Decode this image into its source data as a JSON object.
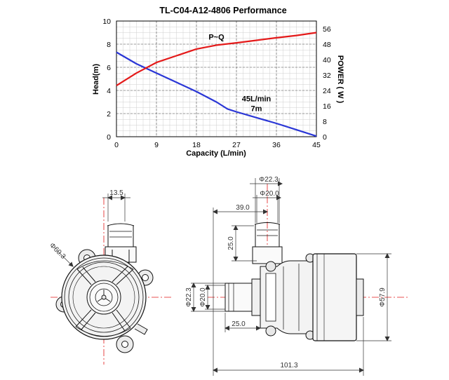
{
  "chart_data": {
    "type": "line",
    "title": "TL-C04-A12-4806 Performance",
    "xlabel": "Capacity (L/min)",
    "ylabel_left": "Head(m)",
    "ylabel_right": "POWER ( W )",
    "xlim": [
      0,
      45
    ],
    "ylim_left": [
      0,
      10
    ],
    "ylim_right": [
      0,
      60
    ],
    "x_ticks": [
      0,
      9,
      18,
      27,
      36,
      45
    ],
    "y_ticks_left": [
      0,
      2,
      4,
      6,
      8,
      10
    ],
    "y_ticks_right": [
      0,
      8,
      16,
      24,
      32,
      40,
      48,
      56
    ],
    "grid": true,
    "series": [
      {
        "name": "",
        "axis": "left",
        "color": "#2a36d6",
        "x": [
          0,
          4.5,
          9,
          13.5,
          18,
          22.5,
          25,
          27,
          31.5,
          36,
          40.5,
          45
        ],
        "y": [
          7.3,
          6.3,
          5.5,
          4.7,
          3.9,
          3.0,
          2.4,
          2.15,
          1.65,
          1.15,
          0.6,
          0.05
        ]
      },
      {
        "name": "",
        "axis": "right",
        "color": "#e41a1a",
        "x": [
          0,
          4.5,
          9,
          13.5,
          18,
          22.5,
          27,
          31.5,
          36,
          40.5,
          45
        ],
        "y": [
          26.5,
          33,
          38.5,
          42,
          45.5,
          47.5,
          48.7,
          50,
          51.3,
          52.5,
          54
        ]
      }
    ],
    "annotations": [
      {
        "text": "P~Q",
        "x": 22.5,
        "y": 8.4,
        "axis": "left"
      },
      {
        "text": "45L/min",
        "x": 31.5,
        "y": 3.05,
        "axis": "left"
      },
      {
        "text": "7m",
        "x": 31.5,
        "y": 2.2,
        "axis": "left"
      }
    ]
  },
  "drawing": {
    "left_view": {
      "outlet_width": "13.5",
      "diameter": "Φ60.3"
    },
    "side_view": {
      "outlet_outer_diameter": "Φ22.3",
      "outlet_inner_diameter": "Φ20.0",
      "inlet_offset": "39.0",
      "outlet_height": "25.0",
      "inlet_outer_diameter": "Φ22.3",
      "inlet_inner_diameter": "Φ20.0",
      "inlet_length": "25.0",
      "body_diameter": "Φ57.9",
      "overall_length": "101.3"
    },
    "colors": {
      "line": "#111111",
      "dimension": "#333333",
      "centerline": "#e11a1a",
      "body_fill": "#f2f2f2"
    }
  }
}
